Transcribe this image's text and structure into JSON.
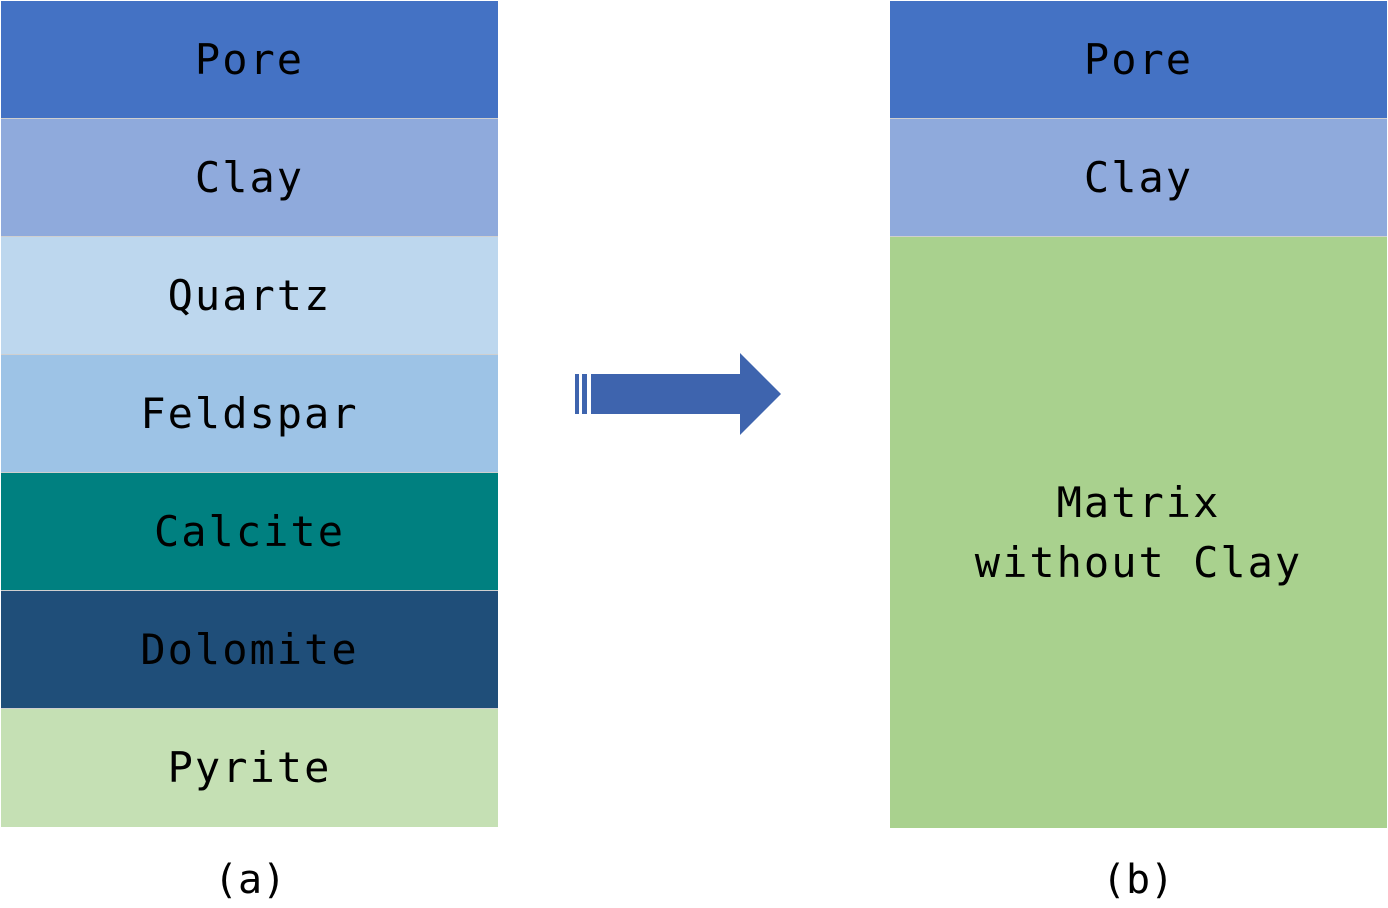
{
  "panel_a": {
    "layers": [
      {
        "label": "Pore",
        "color": "#4472C4"
      },
      {
        "label": "Clay",
        "color": "#8FAADC"
      },
      {
        "label": "Quartz",
        "color": "#BDD7EE"
      },
      {
        "label": "Feldspar",
        "color": "#9DC3E6"
      },
      {
        "label": "Calcite",
        "color": "#008080"
      },
      {
        "label": "Dolomite",
        "color": "#1F4E79"
      },
      {
        "label": "Pyrite",
        "color": "#C5E0B4"
      }
    ],
    "caption": "(a)"
  },
  "panel_b": {
    "layers": [
      {
        "label": "Pore",
        "color": "#4472C4"
      },
      {
        "label": "Clay",
        "color": "#8FAADC"
      },
      {
        "label": "Matrix without Clay",
        "color": "#A9D18E"
      }
    ],
    "caption": "(b)"
  },
  "arrow": {
    "color": "#3E64AE",
    "direction": "right"
  }
}
